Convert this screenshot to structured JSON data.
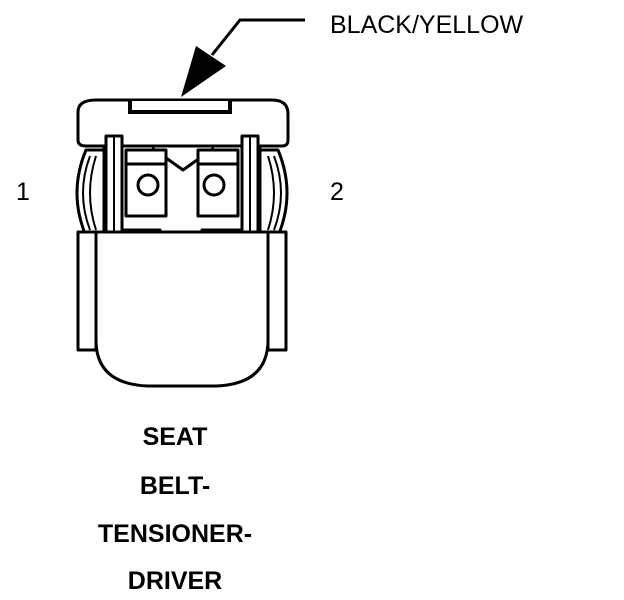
{
  "wire_color_label": "BLACK/YELLOW",
  "pins": {
    "pin1": "1",
    "pin2": "2"
  },
  "connector_title": [
    "SEAT",
    "BELT-",
    "TENSIONER-",
    "DRIVER"
  ]
}
